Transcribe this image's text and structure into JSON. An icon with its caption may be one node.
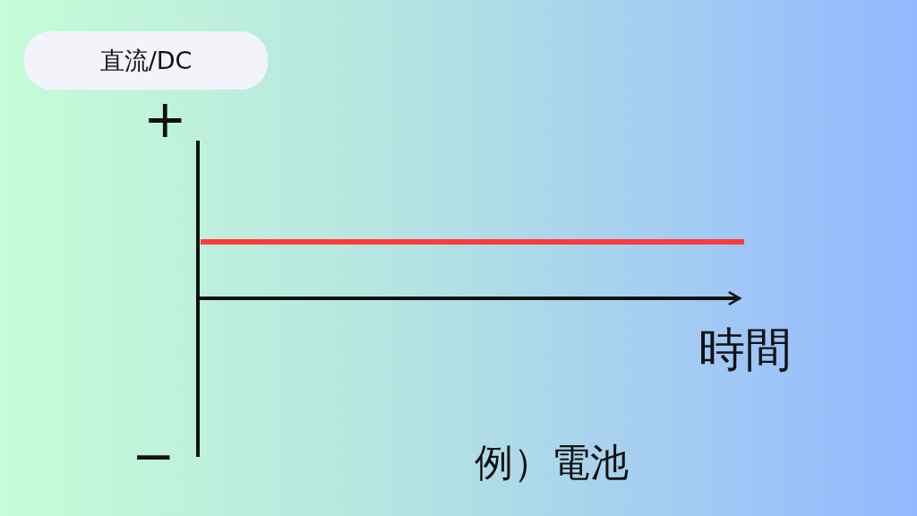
{
  "diagram": {
    "title": "直流/DC",
    "labels": [
      "+",
      "−",
      "時間",
      "例）電池"
    ]
  }
}
